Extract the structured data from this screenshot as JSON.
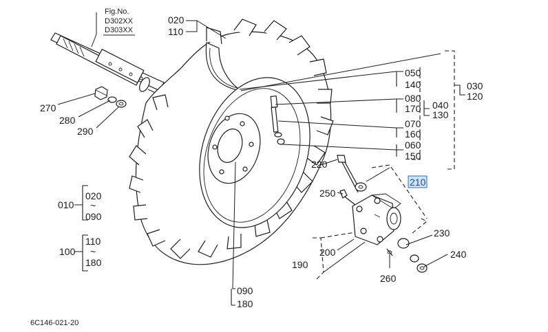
{
  "figure": {
    "fig_no_label": "Fig.No.",
    "fig_variants": [
      "D302XX",
      "D303XX"
    ],
    "drawing_code": "6C146-021-20"
  },
  "callouts": {
    "c020": "020",
    "c110": "110",
    "c050": "050",
    "c140": "140",
    "c080": "080",
    "c170": "170",
    "c070": "070",
    "c160": "160",
    "c060": "060",
    "c150": "150",
    "c030": "030",
    "c120": "120",
    "c040": "040",
    "c130": "130",
    "c270": "270",
    "c280": "280",
    "c290": "290",
    "c220": "220",
    "c250": "250",
    "c210": "210",
    "c230": "230",
    "c240": "240",
    "c200": "200",
    "c190": "190",
    "c260": "260",
    "c090": "090",
    "c180": "180"
  },
  "ranges": {
    "r010": {
      "id": "010",
      "from": "020",
      "tilde": "~",
      "to": "090"
    },
    "r100": {
      "id": "100",
      "from": "110",
      "tilde": "~",
      "to": "180"
    }
  },
  "highlight": {
    "part": "210",
    "color": "#cfe3f7"
  }
}
